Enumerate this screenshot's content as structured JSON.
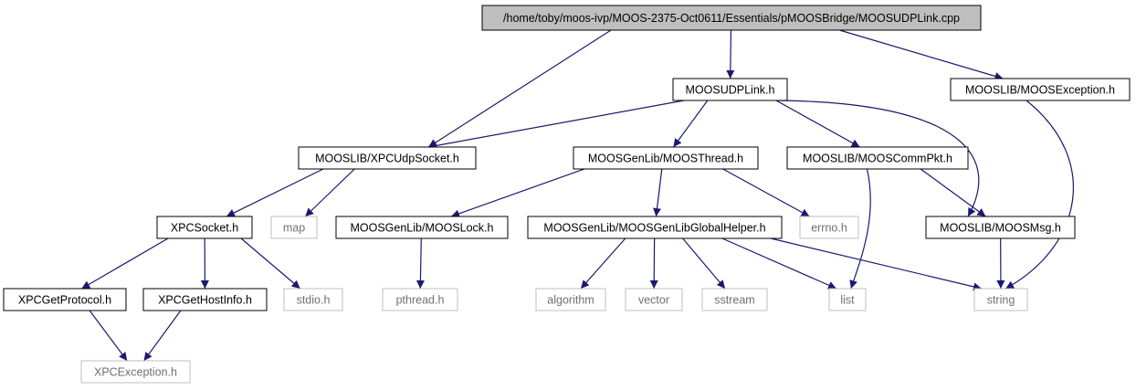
{
  "graph": {
    "edge_color": "#191970",
    "grey_edge_color": "#a9a9a9",
    "nodes": [
      {
        "id": "root",
        "label": "/home/toby/moos-ivp/MOOS-2375-Oct0611/Essentials/pMOOSBridge/MOOSUDPLink.cpp",
        "kind": "root"
      },
      {
        "id": "udplink",
        "label": "MOOSUDPLink.h",
        "kind": "normal"
      },
      {
        "id": "exception",
        "label": "MOOSLIB/MOOSException.h",
        "kind": "normal"
      },
      {
        "id": "xpcudp",
        "label": "MOOSLIB/XPCUdpSocket.h",
        "kind": "normal"
      },
      {
        "id": "thread",
        "label": "MOOSGenLib/MOOSThread.h",
        "kind": "normal"
      },
      {
        "id": "commpkt",
        "label": "MOOSLIB/MOOSCommPkt.h",
        "kind": "normal"
      },
      {
        "id": "xpcsocket",
        "label": "XPCSocket.h",
        "kind": "normal"
      },
      {
        "id": "map",
        "label": "map",
        "kind": "external"
      },
      {
        "id": "lock",
        "label": "MOOSGenLib/MOOSLock.h",
        "kind": "normal"
      },
      {
        "id": "helper",
        "label": "MOOSGenLib/MOOSGenLibGlobalHelper.h",
        "kind": "normal"
      },
      {
        "id": "errno",
        "label": "errno.h",
        "kind": "external"
      },
      {
        "id": "msg",
        "label": "MOOSLIB/MOOSMsg.h",
        "kind": "normal"
      },
      {
        "id": "getproto",
        "label": "XPCGetProtocol.h",
        "kind": "normal"
      },
      {
        "id": "gethost",
        "label": "XPCGetHostInfo.h",
        "kind": "normal"
      },
      {
        "id": "stdio",
        "label": "stdio.h",
        "kind": "external"
      },
      {
        "id": "pthread",
        "label": "pthread.h",
        "kind": "external"
      },
      {
        "id": "algorithm",
        "label": "algorithm",
        "kind": "external"
      },
      {
        "id": "vector",
        "label": "vector",
        "kind": "external"
      },
      {
        "id": "sstream",
        "label": "sstream",
        "kind": "external"
      },
      {
        "id": "list",
        "label": "list",
        "kind": "external"
      },
      {
        "id": "string",
        "label": "string",
        "kind": "external"
      },
      {
        "id": "xpcexception",
        "label": "XPCException.h",
        "kind": "external"
      }
    ],
    "edges": [
      {
        "from": "root",
        "to": "udplink"
      },
      {
        "from": "root",
        "to": "exception"
      },
      {
        "from": "root",
        "to": "xpcudp"
      },
      {
        "from": "udplink",
        "to": "xpcudp"
      },
      {
        "from": "udplink",
        "to": "thread"
      },
      {
        "from": "udplink",
        "to": "commpkt"
      },
      {
        "from": "udplink",
        "to": "msg"
      },
      {
        "from": "exception",
        "to": "string"
      },
      {
        "from": "xpcudp",
        "to": "xpcsocket"
      },
      {
        "from": "xpcudp",
        "to": "map"
      },
      {
        "from": "thread",
        "to": "lock"
      },
      {
        "from": "thread",
        "to": "helper"
      },
      {
        "from": "thread",
        "to": "errno"
      },
      {
        "from": "commpkt",
        "to": "msg"
      },
      {
        "from": "commpkt",
        "to": "list"
      },
      {
        "from": "xpcsocket",
        "to": "getproto"
      },
      {
        "from": "xpcsocket",
        "to": "gethost"
      },
      {
        "from": "xpcsocket",
        "to": "stdio"
      },
      {
        "from": "lock",
        "to": "pthread"
      },
      {
        "from": "helper",
        "to": "algorithm"
      },
      {
        "from": "helper",
        "to": "vector"
      },
      {
        "from": "helper",
        "to": "sstream"
      },
      {
        "from": "helper",
        "to": "list"
      },
      {
        "from": "helper",
        "to": "string"
      },
      {
        "from": "msg",
        "to": "string"
      },
      {
        "from": "getproto",
        "to": "xpcexception"
      },
      {
        "from": "gethost",
        "to": "xpcexception"
      }
    ]
  }
}
